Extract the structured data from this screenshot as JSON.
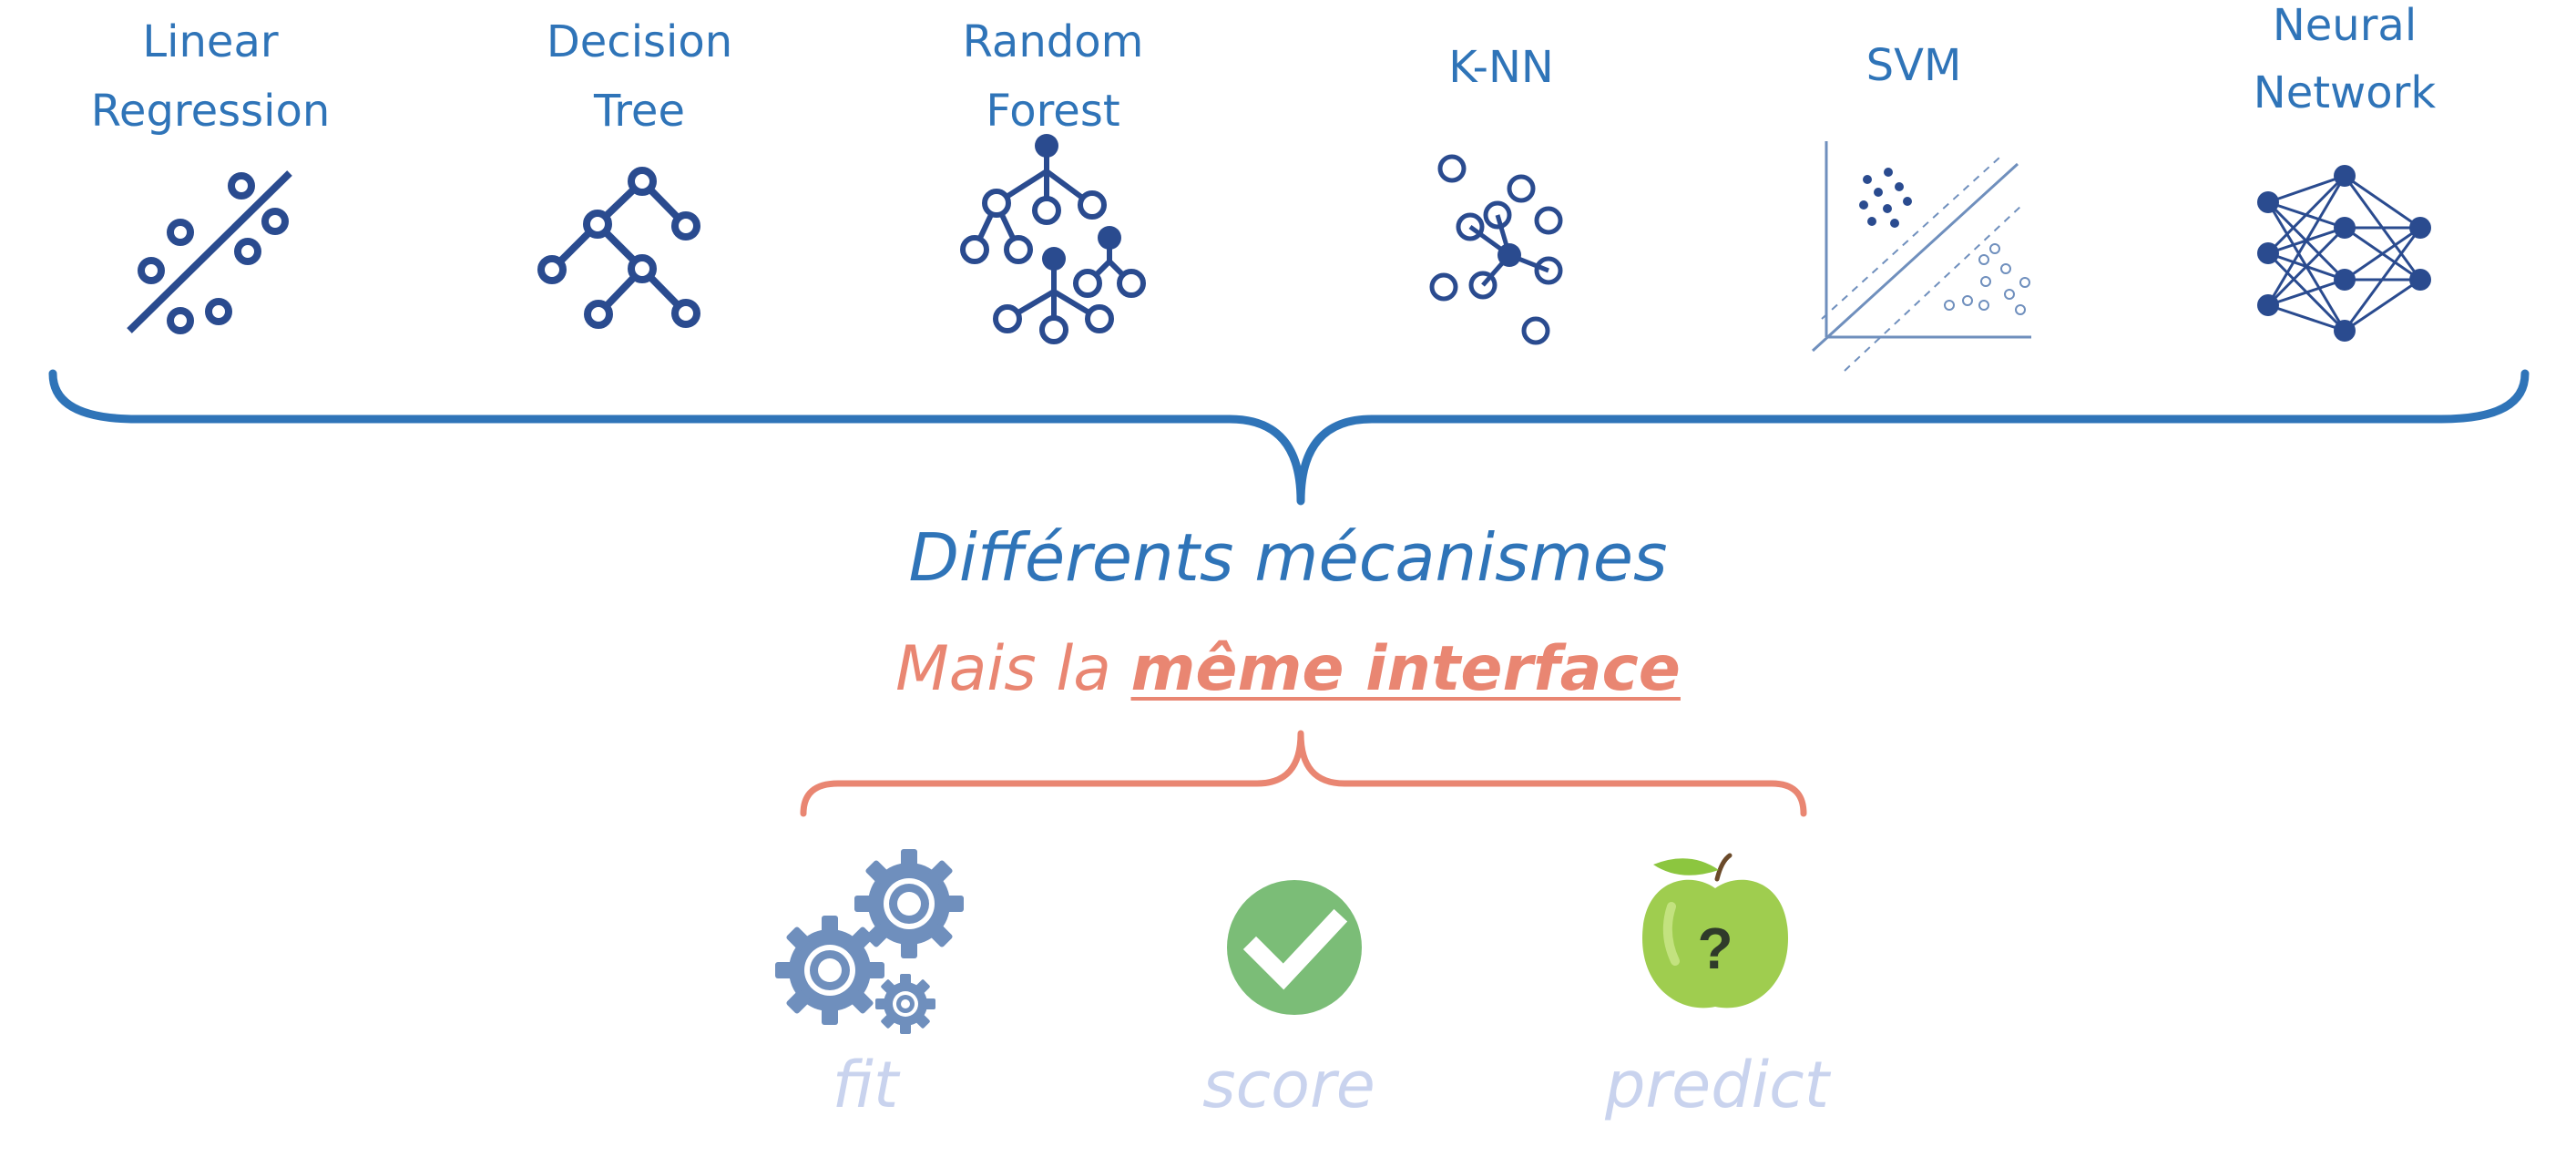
{
  "models": [
    {
      "name_line1": "Linear",
      "name_line2": "Regression",
      "icon": "linear-regression-icon"
    },
    {
      "name_line1": "Decision",
      "name_line2": "Tree",
      "icon": "decision-tree-icon"
    },
    {
      "name_line1": "Random",
      "name_line2": "Forest",
      "icon": "random-forest-icon"
    },
    {
      "name_line1": "K-NN",
      "name_line2": "",
      "icon": "knn-icon"
    },
    {
      "name_line1": "SVM",
      "name_line2": "",
      "icon": "svm-icon"
    },
    {
      "name_line1": "Neural",
      "name_line2": "Network",
      "icon": "neural-network-icon"
    }
  ],
  "headline": {
    "mechanisms": "Différents mécanismes",
    "interface_prefix": "Mais la ",
    "interface_emphasis": "même interface"
  },
  "methods": [
    {
      "label": "fit",
      "icon": "gears-icon"
    },
    {
      "label": "score",
      "icon": "checkmark-icon"
    },
    {
      "label": "predict",
      "icon": "apple-question-icon"
    }
  ],
  "colors": {
    "primary_blue": "#2f74b8",
    "icon_navy": "#2a4b8f",
    "salmon": "#e98672",
    "method_text": "#c9d3ee",
    "gear": "#6f8fbd",
    "check_green": "#7bbd77",
    "apple_green": "#9fcd4f"
  }
}
